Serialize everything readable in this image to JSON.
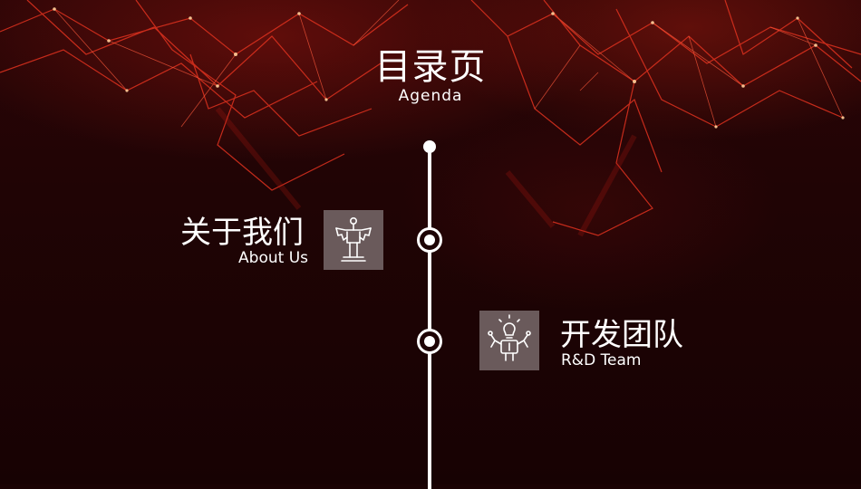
{
  "header": {
    "title": "目录页",
    "subtitle": "Agenda"
  },
  "items": [
    {
      "title": "关于我们",
      "subtitle": "About Us",
      "icon": "angel-figure-icon"
    },
    {
      "title": "开发团队",
      "subtitle": "R&D Team",
      "icon": "lightbulb-robot-icon"
    }
  ],
  "colors": {
    "background": "#1a0304",
    "accent_red": "#d8261a",
    "icon_box": "#6a5a5b",
    "text": "#ffffff"
  }
}
